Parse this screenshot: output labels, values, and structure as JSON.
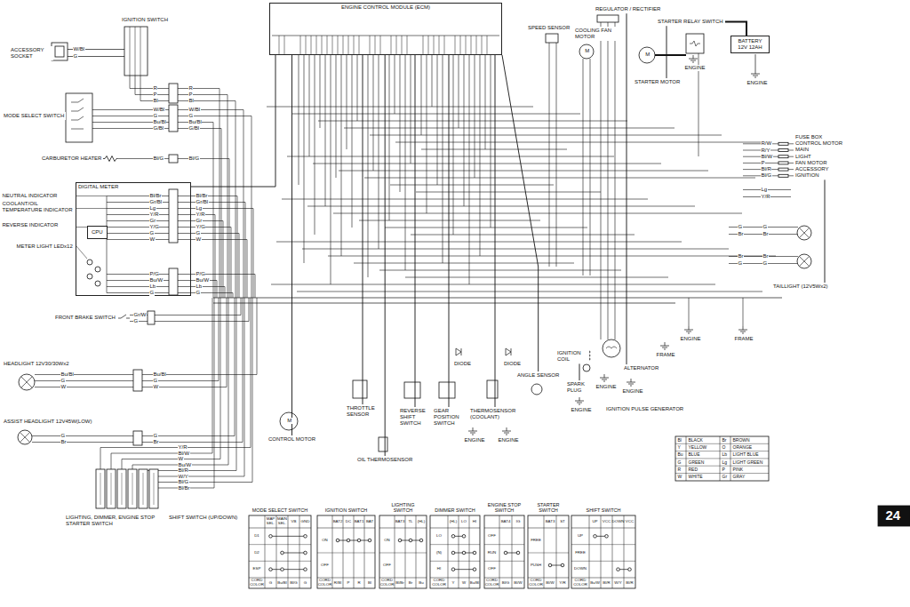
{
  "diagram": {
    "nodes": [
      {
        "text": [
          "ENGINE CONTROL MODULE (ECM)"
        ]
      },
      {
        "text": [
          "IGNITION SWITCH"
        ]
      },
      {
        "text": [
          "ACCESSORY SOCKET"
        ]
      },
      {
        "text": [
          "MODE SELECT SWITCH"
        ]
      },
      {
        "text": [
          "CARBURETOR HEATER"
        ]
      },
      {
        "text": [
          "DIGITAL METER"
        ]
      },
      {
        "text": [
          "CPU"
        ],
        "in": 5
      },
      {
        "text": [
          "FRONT BRAKE SWITCH"
        ]
      },
      {
        "text": [
          "HEADLIGHT 12V30/30Wx2"
        ]
      },
      {
        "text": [
          "ASSIST HEADLIGHT 12V45W(LOW)"
        ]
      },
      {
        "text": [
          "LIGHTING, DIMMER, ENGINE STOP STARTER SWITCH"
        ]
      },
      {
        "text": [
          "SHIFT SWITCH (UP/DOWN)"
        ]
      },
      {
        "text": [
          "CONTROL MOTOR"
        ]
      },
      {
        "text": [
          "THROTTLE SENSOR"
        ]
      },
      {
        "text": [
          "OIL THERMOSENSOR"
        ]
      },
      {
        "text": [
          "REVERSE SHIFT SWITCH"
        ]
      },
      {
        "text": [
          "GEAR POSITION SWITCH"
        ]
      },
      {
        "text": [
          "THERMOSENSOR (COOLANT)"
        ]
      },
      {
        "text": [
          "DIODE"
        ]
      },
      {
        "text": [
          "DIODE"
        ]
      },
      {
        "text": [
          "ANGLE SENSOR"
        ]
      },
      {
        "text": [
          "IGNITION COIL"
        ]
      },
      {
        "text": [
          "SPARK PLUG"
        ]
      },
      {
        "text": [
          "IGNITION PULSE GENERATOR"
        ]
      },
      {
        "text": [
          "ALTERNATOR"
        ]
      },
      {
        "text": [
          "SPEED SENSOR"
        ]
      },
      {
        "text": [
          "COOLING FAN MOTOR"
        ]
      },
      {
        "text": [
          "REGULATOR / RECTIFIER"
        ]
      },
      {
        "text": [
          "STARTER RELAY SWITCH"
        ]
      },
      {
        "text": [
          "BATTERY 12V 12AH"
        ]
      },
      {
        "text": [
          "STARTER MOTOR"
        ]
      },
      {
        "text": [
          "FUSE BOX",
          "CONTROL MOTOR",
          "MAIN",
          "LIGHT",
          "FAN MOTOR",
          "ACCESSORY",
          "IGNITION"
        ]
      },
      {
        "text": [
          "TAILLIGHT (12V5Wx2)"
        ]
      },
      {
        "text": [
          "MODE SELECT SWITCH"
        ]
      },
      {
        "text": [
          "IGNITION SWITCH"
        ]
      },
      {
        "text": [
          "LIGHTING SWITCH"
        ]
      },
      {
        "text": [
          "DIMMER SWITCH"
        ]
      },
      {
        "text": [
          "ENGINE STOP SWITCH"
        ]
      },
      {
        "text": [
          "STARTER SWITCH"
        ]
      },
      {
        "text": [
          "SHIFT SWITCH"
        ]
      }
    ],
    "edges": [
      {
        "from": 0,
        "to": 12,
        "arrow": "none"
      },
      {
        "from": 0,
        "to": 13,
        "arrow": "none"
      },
      {
        "from": 0,
        "to": 15,
        "arrow": "none"
      },
      {
        "from": 0,
        "to": 16,
        "arrow": "none"
      },
      {
        "from": 0,
        "to": 17,
        "arrow": "none"
      },
      {
        "from": 0,
        "to": 20,
        "arrow": "none"
      },
      {
        "from": 0,
        "to": 14,
        "arrow": "none"
      },
      {
        "from": 21,
        "to": 22,
        "arrow": "none"
      },
      {
        "from": 28,
        "to": 29,
        "arrow": "none"
      },
      {
        "from": 28,
        "to": 30,
        "arrow": "none"
      },
      {
        "from": 31,
        "to": 32,
        "arrow": "none"
      },
      {
        "from": 5,
        "to": 0,
        "arrow": "none"
      },
      {
        "from": 24,
        "to": 27,
        "arrow": "none"
      }
    ],
    "labels": [
      "NEUTRAL INDICATOR",
      "COOLANT/OIL TEMPERATURE INDICATOR",
      "REVERSE INDICATOR",
      "METER LIGHT LEDx12",
      "ENGINE",
      "ENGINE",
      "ENGINE",
      "FRAME",
      "FRAME",
      "ENGINE",
      "ENGINE",
      "ENGINE",
      "ENGINE",
      "ENGINE",
      "M",
      "M",
      "M",
      "Bl",
      "BLACK",
      "Br",
      "BROWN",
      "Y",
      "YELLOW",
      "O",
      "ORANGE",
      "Bu",
      "BLUE",
      "Lb",
      "LIGHT BLUE",
      "G",
      "GREEN",
      "Lg",
      "LIGHT GREEN",
      "R",
      "RED",
      "P",
      "PINK",
      "W",
      "WHITE",
      "Gr",
      "GRAY",
      "24",
      "W/Bl",
      "G",
      "R",
      "P",
      "Bl",
      "R",
      "P",
      "Bl",
      "W/Bl",
      "G",
      "Bu/Bl",
      "G/Bl",
      "W/Bl",
      "G",
      "Bu/Bl",
      "G/Bl",
      "Bl/G",
      "Bl/G",
      "Bl/Br",
      "Gr/Bl",
      "Lg",
      "Y/R",
      "Gr",
      "Y/G",
      "G",
      "W",
      "Bl/Br",
      "Gr/Bl",
      "Lg",
      "Y/R",
      "Gr",
      "Y/G",
      "G",
      "W",
      "P/G",
      "Bu/W",
      "Lb",
      "G",
      "P/G",
      "Bu/W",
      "Lb",
      "G",
      "Gr/W",
      "G",
      "Bu/Bl",
      "G",
      "W",
      "Bu/Bl",
      "G",
      "W",
      "G",
      "Br",
      "G",
      "Br",
      "Y/R",
      "Bl/W",
      "W",
      "Bu/W",
      "Bl/R",
      "W/Y",
      "Bl/G",
      "Bl/Br",
      "R/W",
      "R/Y",
      "Bl/W",
      "P",
      "Bl/R",
      "Bl/G",
      "Lg",
      "Y/R",
      "G",
      "Br",
      "G",
      "Br",
      "Br",
      "G",
      "Br",
      "G",
      "MAP SEL.",
      "MAIN SEL.",
      "VB",
      "GND",
      "D1",
      "D2",
      "ESP",
      "CORD COLOR",
      "G",
      "Bu/Bl",
      "Bl/G",
      "G",
      "BAT2",
      "DC",
      "BAT1",
      "BAT",
      "ON",
      "OFF",
      "CORD COLOR",
      "R/Bl",
      "P",
      "R",
      "Bl",
      "BAT3",
      "TL",
      "(HL)",
      "ON",
      "OFF",
      "CORD COLOR",
      "Bl/Br",
      "Br",
      "Bu",
      "(HL)",
      "LO",
      "HI",
      "LO",
      "(N)",
      "HI",
      "CORD COLOR",
      "Y",
      "W",
      "Bu/Bl",
      "BAT4",
      "IG",
      "OFF",
      "RUN",
      "OFF",
      "CORD COLOR",
      "Bl/G",
      "Bl/W",
      "BAT3",
      "ST",
      "FREE",
      "PUSH",
      "CORD COLOR",
      "Bl/W",
      "Y/R",
      "UP",
      "VCC",
      "DOWN",
      "VCC",
      "UP",
      "FREE",
      "DOWN",
      "CORD COLOR",
      "Bu/W",
      "Bl/R",
      "W/Y",
      "Bl/R"
    ]
  }
}
